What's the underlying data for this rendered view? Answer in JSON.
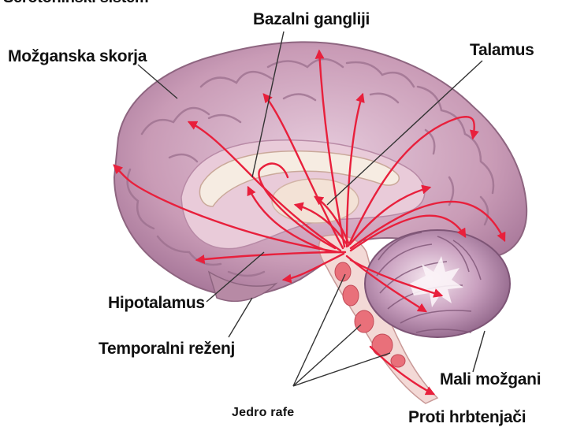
{
  "title_partial": "Serotoninski sistem",
  "labels": {
    "bazalni_gangliji": "Bazalni gangliji",
    "talamus": "Talamus",
    "mozganska_skorja": "Možganska skorja",
    "hipotalamus": "Hipotalamus",
    "temporalni_reznj": "Temporalni reženj",
    "mali_mozgani": "Mali možgani",
    "jedro_rafe": "Jedro rafe",
    "proti_hrbtenjaci": "Proti hrbtenjači"
  },
  "colors": {
    "cortex": "#c99bb6",
    "cortex_dark": "#a8789a",
    "cortex_light": "#e3c6d8",
    "inner": "#f4e9df",
    "pathway": "#e8203c",
    "nucleus": "#e9707a",
    "cerebellum": "#b98ab0",
    "label_text": "#111111"
  }
}
